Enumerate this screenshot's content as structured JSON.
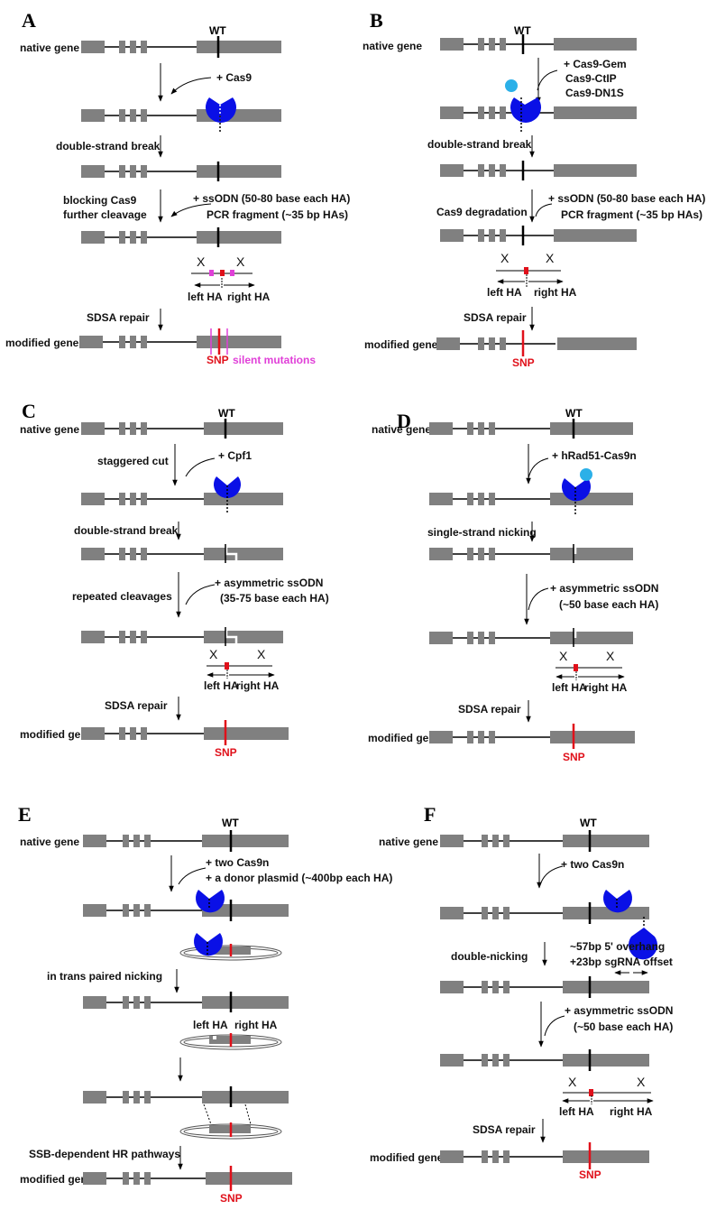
{
  "panels": [
    {
      "id": "A",
      "wt": "WT",
      "native_gene": "native gene",
      "treatment": [
        "+ Cas9"
      ],
      "step1": "double-strand break",
      "step2": [
        "blocking Cas9",
        "further cleavage"
      ],
      "donor": [
        "+ ssODN (50-80 base each HA)",
        "PCR fragment (~35 bp HAs)"
      ],
      "x_mark": "X",
      "left_ha": "left HA",
      "right_ha": "right HA",
      "repair": "SDSA repair",
      "modified_gene": "modified gene",
      "snp": "SNP",
      "silent": "silent mutations"
    },
    {
      "id": "B",
      "wt": "WT",
      "native_gene": "native gene",
      "treatment": [
        "+ Cas9-Gem",
        "Cas9-CtIP",
        "Cas9-DN1S"
      ],
      "step1": "double-strand break",
      "step2": [
        "Cas9 degradation"
      ],
      "donor": [
        "+ ssODN (50-80 base each HA)",
        "PCR fragment (~35 bp HAs)"
      ],
      "x_mark": "X",
      "left_ha": "left HA",
      "right_ha": "right HA",
      "repair": "SDSA repair",
      "modified_gene": "modified gene",
      "snp": "SNP"
    },
    {
      "id": "C",
      "wt": "WT",
      "native_gene": "native gene",
      "step0": "staggered cut",
      "treatment": [
        "+ Cpf1"
      ],
      "step1": "double-strand break",
      "step2": [
        "repeated cleavages"
      ],
      "donor": [
        "+ asymmetric ssODN",
        "(35-75 base each HA)"
      ],
      "x_mark": "X",
      "left_ha": "left HA",
      "right_ha": "right HA",
      "repair": "SDSA repair",
      "modified_gene": "modified gene",
      "snp": "SNP"
    },
    {
      "id": "D",
      "wt": "WT",
      "native_gene": "native gene",
      "treatment": [
        "+ hRad51-Cas9n"
      ],
      "step1": "single-strand nicking",
      "donor": [
        "+ asymmetric ssODN",
        "(~50 base each HA)"
      ],
      "x_mark": "X",
      "left_ha": "left HA",
      "right_ha": "right HA",
      "repair": "SDSA repair",
      "modified_gene": "modified gene",
      "snp": "SNP"
    },
    {
      "id": "E",
      "wt": "WT",
      "native_gene": "native gene",
      "treatment": [
        "+ two Cas9n",
        "+ a donor plasmid (~400bp each HA)"
      ],
      "step1": "in trans paired nicking",
      "left_ha": "left HA",
      "right_ha": "right HA",
      "repair": "SSB-dependent HR pathways",
      "modified_gene": "modified gene",
      "snp": "SNP"
    },
    {
      "id": "F",
      "wt": "WT",
      "native_gene": "native gene",
      "treatment": [
        "+ two Cas9n"
      ],
      "step1": "double-nicking",
      "overhang": [
        "~57bp 5' overhang",
        "+23bp sgRNA offset"
      ],
      "donor": [
        "+ asymmetric ssODN",
        "(~50 base each HA)"
      ],
      "x_mark": "X",
      "left_ha": "left HA",
      "right_ha": "right HA",
      "repair": "SDSA repair",
      "modified_gene": "modified gene",
      "snp": "SNP"
    }
  ],
  "colors": {
    "gene": "#808080",
    "cas9": "#0a10e6",
    "effector": "#2bb0e8",
    "snp": "#e0101a",
    "silent": "#e040d8"
  }
}
